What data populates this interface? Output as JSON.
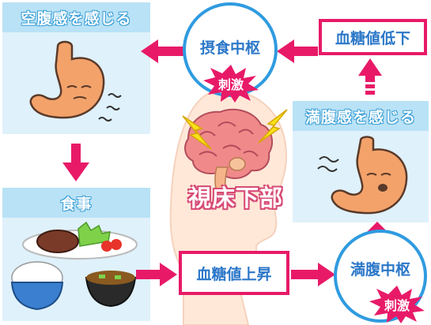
{
  "panels": {
    "hungry": {
      "label": "空腹感を感じる"
    },
    "meal": {
      "label": "食事"
    },
    "full": {
      "label": "満腹感を感じる"
    }
  },
  "nodes": {
    "feeding_center": "摂食中枢",
    "satiety_center": "満腹中枢",
    "glucose_down": "血糖値低下",
    "glucose_up": "血糖値上昇"
  },
  "stimulus_badge": "刺激",
  "hypothalamus": "視床下部",
  "colors": {
    "arrow": "#e81a68",
    "panel_bg": "#dff1fb",
    "panel_head": "#b9e2f6",
    "circle_border": "#2f9be0",
    "node_text": "#2b77c8"
  }
}
